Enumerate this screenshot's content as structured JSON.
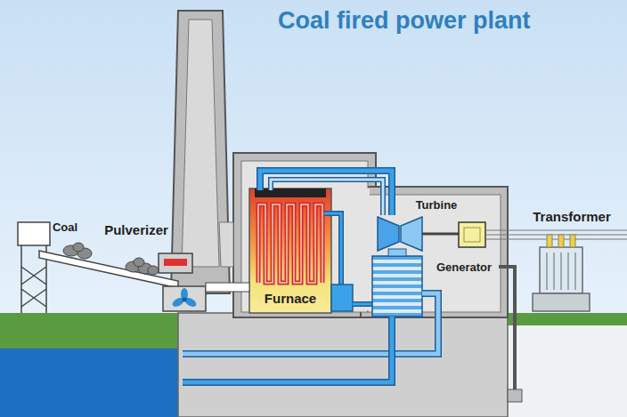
{
  "diagram": {
    "title": "Coal fired power plant",
    "nodes": [
      {
        "text": [
          "Furnace"
        ]
      }
    ],
    "labels": [
      "Coal",
      "Pulverizer",
      "Turbine",
      "Generator",
      "Transformer"
    ]
  }
}
